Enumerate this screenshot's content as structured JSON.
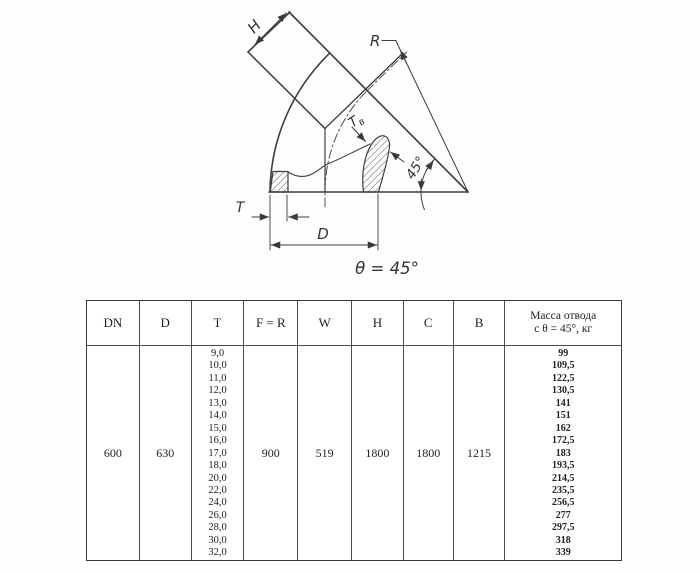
{
  "drawing": {
    "labels": {
      "h": "H",
      "r": "R",
      "tv_main": "T",
      "tv_sub": "в",
      "angle": "45°",
      "t": "T",
      "d": "D",
      "theta": "θ = 45°"
    }
  },
  "table": {
    "headers": [
      "DN",
      "D",
      "T",
      "F = R",
      "W",
      "H",
      "C",
      "B"
    ],
    "mass_header_line1": "Масса отвода",
    "mass_header_line2": "с θ = 45°, кг",
    "dn": "600",
    "d": "630",
    "f_r": "900",
    "w": "519",
    "h": "1800",
    "c": "1800",
    "b": "1215",
    "t_values": [
      "9,0",
      "10,0",
      "11,0",
      "12,0",
      "13,0",
      "14,0",
      "15,0",
      "16,0",
      "17,0",
      "18,0",
      "20,0",
      "22,0",
      "24,0",
      "26,0",
      "28,0",
      "30,0",
      "32,0"
    ],
    "mass_values": [
      "99",
      "109,5",
      "122,5",
      "130,5",
      "141",
      "151",
      "162",
      "172,5",
      "183",
      "193,5",
      "214,5",
      "235,5",
      "256,5",
      "277",
      "297,5",
      "318",
      "339"
    ]
  }
}
